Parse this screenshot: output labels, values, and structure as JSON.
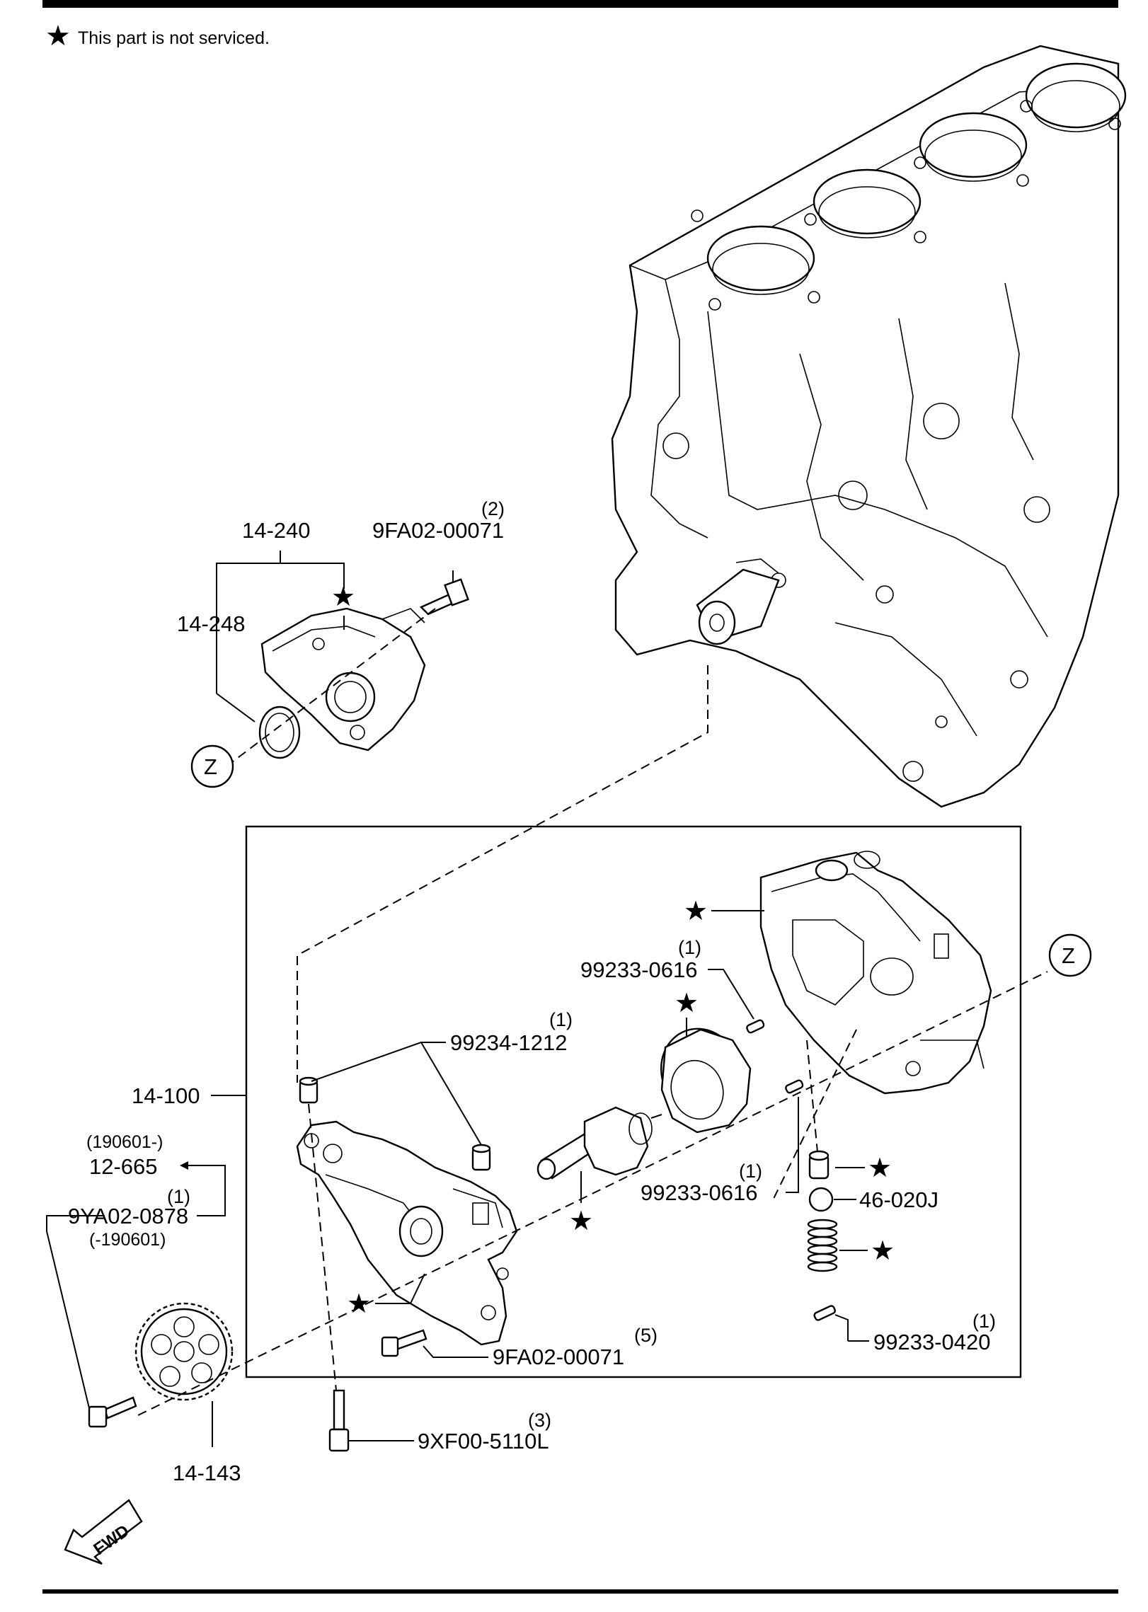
{
  "note": {
    "symbol": "★",
    "text": "This part is not serviced."
  },
  "callouts": {
    "thermostat_housing_assembly": "14-240",
    "thermostat_housing": "14-248",
    "housing_bolt": "9FA02-00071",
    "housing_bolt_qty": "(2)",
    "oil_pump_assembly": "14-100",
    "date_from": "(190601-)",
    "chain_guide_ref": "12-665",
    "sprocket_bolt": "9YA02-0878",
    "sprocket_bolt_qty": "(1)",
    "date_to": "(-190601)",
    "sprocket": "14-143",
    "pump_bolt_long": "9XF00-5110L",
    "pump_bolt_long_qty": "(3)",
    "dowel_a": "99234-1212",
    "dowel_a_qty": "(1)",
    "pin_upper": "99233-0616",
    "pin_upper_qty": "(1)",
    "pin_lower": "99233-0616",
    "pin_lower_qty": "(1)",
    "pump_bolt": "9FA02-00071",
    "pump_bolt_qty": "(5)",
    "relief_ball": "46-020J",
    "roll_pin": "99233-0420",
    "roll_pin_qty": "(1)",
    "connector": "Z",
    "fwd": "FWD"
  },
  "colors": {
    "line": "#000000",
    "background": "#ffffff"
  }
}
